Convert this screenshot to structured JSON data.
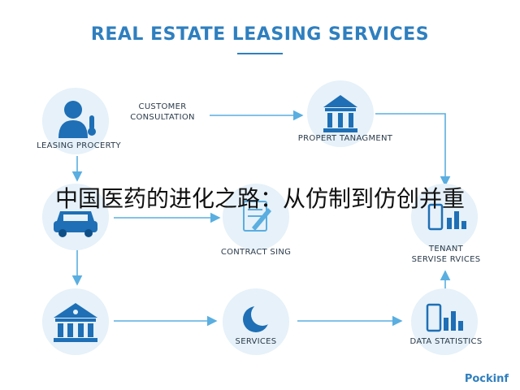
{
  "diagram": {
    "title": "REAL ESTATE LEASING SERVICES",
    "nodes": {
      "leasing_property": "LEASING PROCERTY",
      "customer_consultation": "CUSTOMER\nCONSULTATION",
      "property_management": "PROPERT TANAGMENT",
      "contract_signing": "CONTRACT SING",
      "tenant_services": "TENANT\nSERVISE RVICES",
      "services": "SERVICES",
      "data_statistics": "DATA STATISTICS"
    },
    "icons": {
      "leasing_property": "person-icon",
      "property_management": "bank-building-icon",
      "car": "car-icon",
      "contract_signing": "contract-pen-icon",
      "tenant_services": "bar-chart-icon",
      "building": "building-icon",
      "services": "moon-icon",
      "data_statistics": "phone-chart-icon"
    }
  },
  "overlay_text": "中国医药的进化之路：从仿制到仿创并重",
  "brand": "Pockinf",
  "colors": {
    "accent": "#2f7fbf",
    "circle_bg": "#e6f1f9",
    "arrow": "#5aaee0"
  }
}
